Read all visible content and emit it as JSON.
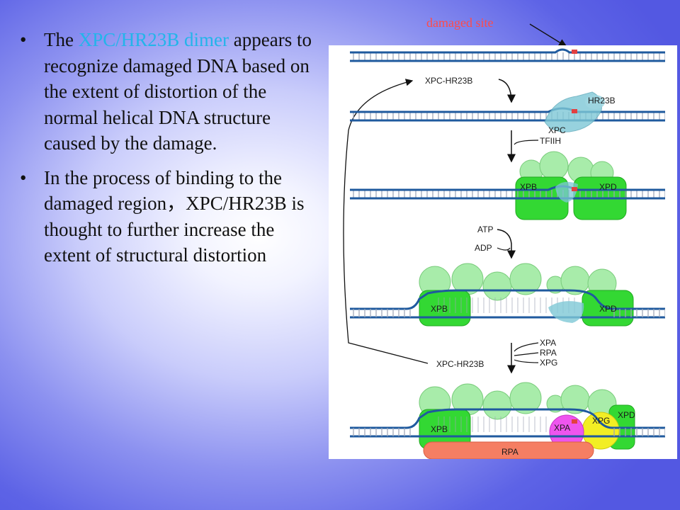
{
  "slide": {
    "bullet1": {
      "pre": "The ",
      "highlight": "XPC/HR23B dimer",
      "post": " appears to recognize damaged DNA based on the extent of distortion of the normal helical DNA structure caused by the damage."
    },
    "bullet2": " In the process of binding to the damaged region，XPC/HR23B is thought to further increase the extent of structural distortion",
    "damaged_label": "damaged site"
  },
  "diagram": {
    "xpc_hr23b_top": "XPC-HR23B",
    "hr23b": "HR23B",
    "xpc": "XPC",
    "tfiih": "TFIIH",
    "xpb": "XPB",
    "xpd": "XPD",
    "atp": "ATP",
    "adp": "ADP",
    "xpa": "XPA",
    "rpa": "RPA",
    "xpg": "XPG",
    "xpc_hr23b_bottom": "XPC-HR23B"
  },
  "colors": {
    "highlight": "#22b5ea",
    "damaged_label": "#ff4a4a",
    "dna": "#1f5a9e",
    "tfiih_green": "#33d833",
    "tfiih_light": "#a8ecaa",
    "xpc_teal": "#7ec8d6",
    "xpa": "#ee55ee",
    "xpg": "#f2ee24",
    "rpa": "#f57e63",
    "lesion": "#e24040"
  }
}
